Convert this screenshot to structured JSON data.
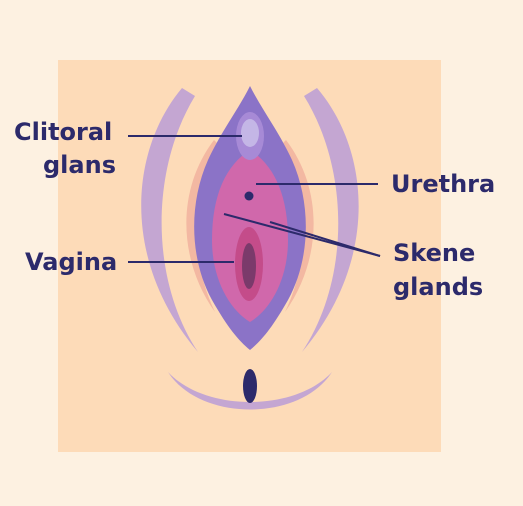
{
  "labels": {
    "clitoral_glans_line1": "Clitoral",
    "clitoral_glans_line2": "glans",
    "urethra": "Urethra",
    "vagina": "Vagina",
    "skene_glands_line1": "Skene",
    "skene_glands_line2": "glands"
  },
  "colors": {
    "page_background": "#fdf1e1",
    "panel_background": "#fddbb8",
    "label_text": "#2c2a6b",
    "leader_line": "#2c2a6b",
    "outer_fold": "#c4a6d2",
    "inner_fold": "#f3b8a2",
    "labia_minora": "#8b73c7",
    "vestibule": "#d068ab",
    "vaginal_opening_outer": "#c44c8a",
    "vaginal_opening_inner": "#7b3a6b",
    "clitoral_hood": "#a78ad6",
    "clitoral_glans": "#c4b6e6",
    "urethral_opening": "#2c2a6b",
    "anus": "#2c2a6b"
  }
}
